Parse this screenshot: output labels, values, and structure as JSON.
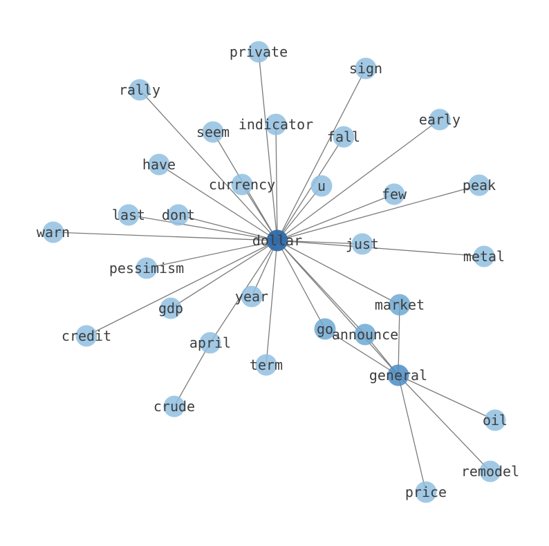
{
  "graph": {
    "colors": {
      "edge": "#7a7a7a",
      "label": "#3d3d3d",
      "node_light": "#90c0e0",
      "node_medium": "#6ea9d4",
      "node_dark": "#2f6aaa",
      "node_hub2": "#4a8cc4"
    },
    "nodes": [
      {
        "id": "dollar",
        "label": "dollar",
        "shade": "node_dark"
      },
      {
        "id": "general",
        "label": "general",
        "shade": "node_hub2"
      },
      {
        "id": "private",
        "label": "private",
        "shade": "node_light"
      },
      {
        "id": "sign",
        "label": "sign",
        "shade": "node_light"
      },
      {
        "id": "rally",
        "label": "rally",
        "shade": "node_light"
      },
      {
        "id": "indicator",
        "label": "indicator",
        "shade": "node_light"
      },
      {
        "id": "seem",
        "label": "seem",
        "shade": "node_light"
      },
      {
        "id": "fall",
        "label": "fall",
        "shade": "node_light"
      },
      {
        "id": "early",
        "label": "early",
        "shade": "node_light"
      },
      {
        "id": "have",
        "label": "have",
        "shade": "node_light"
      },
      {
        "id": "currency",
        "label": "currency",
        "shade": "node_light"
      },
      {
        "id": "u",
        "label": "u",
        "shade": "node_light"
      },
      {
        "id": "few",
        "label": "few",
        "shade": "node_light"
      },
      {
        "id": "peak",
        "label": "peak",
        "shade": "node_light"
      },
      {
        "id": "last",
        "label": "last",
        "shade": "node_light"
      },
      {
        "id": "dont",
        "label": "dont",
        "shade": "node_light"
      },
      {
        "id": "warn",
        "label": "warn",
        "shade": "node_light"
      },
      {
        "id": "just",
        "label": "just",
        "shade": "node_light"
      },
      {
        "id": "metal",
        "label": "metal",
        "shade": "node_light"
      },
      {
        "id": "pessimism",
        "label": "pessimism",
        "shade": "node_light"
      },
      {
        "id": "year",
        "label": "year",
        "shade": "node_light"
      },
      {
        "id": "market",
        "label": "market",
        "shade": "node_medium"
      },
      {
        "id": "gdp",
        "label": "gdp",
        "shade": "node_light"
      },
      {
        "id": "credit",
        "label": "credit",
        "shade": "node_light"
      },
      {
        "id": "go",
        "label": "go",
        "shade": "node_medium"
      },
      {
        "id": "announce",
        "label": "announce",
        "shade": "node_medium"
      },
      {
        "id": "april",
        "label": "april",
        "shade": "node_light"
      },
      {
        "id": "term",
        "label": "term",
        "shade": "node_light"
      },
      {
        "id": "crude",
        "label": "crude",
        "shade": "node_light"
      },
      {
        "id": "oil",
        "label": "oil",
        "shade": "node_light"
      },
      {
        "id": "remodel",
        "label": "remodel",
        "shade": "node_light"
      },
      {
        "id": "price",
        "label": "price",
        "shade": "node_light"
      }
    ],
    "edges": [
      [
        "dollar",
        "private"
      ],
      [
        "dollar",
        "sign"
      ],
      [
        "dollar",
        "rally"
      ],
      [
        "dollar",
        "indicator"
      ],
      [
        "dollar",
        "seem"
      ],
      [
        "dollar",
        "fall"
      ],
      [
        "dollar",
        "early"
      ],
      [
        "dollar",
        "have"
      ],
      [
        "dollar",
        "currency"
      ],
      [
        "dollar",
        "u"
      ],
      [
        "dollar",
        "few"
      ],
      [
        "dollar",
        "peak"
      ],
      [
        "dollar",
        "last"
      ],
      [
        "dollar",
        "dont"
      ],
      [
        "dollar",
        "warn"
      ],
      [
        "dollar",
        "just"
      ],
      [
        "dollar",
        "metal"
      ],
      [
        "dollar",
        "pessimism"
      ],
      [
        "dollar",
        "year"
      ],
      [
        "dollar",
        "market"
      ],
      [
        "dollar",
        "gdp"
      ],
      [
        "dollar",
        "credit"
      ],
      [
        "dollar",
        "go"
      ],
      [
        "dollar",
        "announce"
      ],
      [
        "dollar",
        "april"
      ],
      [
        "dollar",
        "term"
      ],
      [
        "dollar",
        "general"
      ],
      [
        "april",
        "crude"
      ],
      [
        "general",
        "market"
      ],
      [
        "general",
        "go"
      ],
      [
        "general",
        "announce"
      ],
      [
        "general",
        "oil"
      ],
      [
        "general",
        "remodel"
      ],
      [
        "general",
        "price"
      ]
    ]
  }
}
